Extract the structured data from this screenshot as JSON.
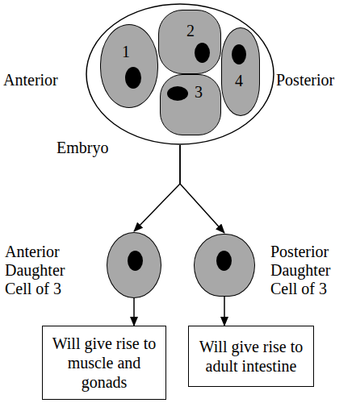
{
  "diagram": {
    "nodes": [
      {
        "text": [
          "Embryo"
        ]
      },
      {
        "text": [
          "1"
        ],
        "in": 0
      },
      {
        "text": [
          "2"
        ],
        "in": 0
      },
      {
        "text": [
          "3"
        ],
        "in": 0
      },
      {
        "text": [
          "4"
        ],
        "in": 0
      },
      {
        "text": [
          "Anterior Daughter Cell of 3"
        ]
      },
      {
        "text": [
          "Posterior Daughter Cell of 3"
        ]
      },
      {
        "text": [
          "Will give rise to muscle and gonads"
        ]
      },
      {
        "text": [
          "Will give rise to adult intestine"
        ]
      }
    ],
    "edges": [
      {
        "from": 0,
        "to": 5,
        "arrow": "to"
      },
      {
        "from": 0,
        "to": 6,
        "arrow": "to"
      },
      {
        "from": 5,
        "to": 7,
        "arrow": "to"
      },
      {
        "from": 6,
        "to": 8,
        "arrow": "to"
      }
    ],
    "labels": [
      "Anterior",
      "Posterior"
    ]
  }
}
